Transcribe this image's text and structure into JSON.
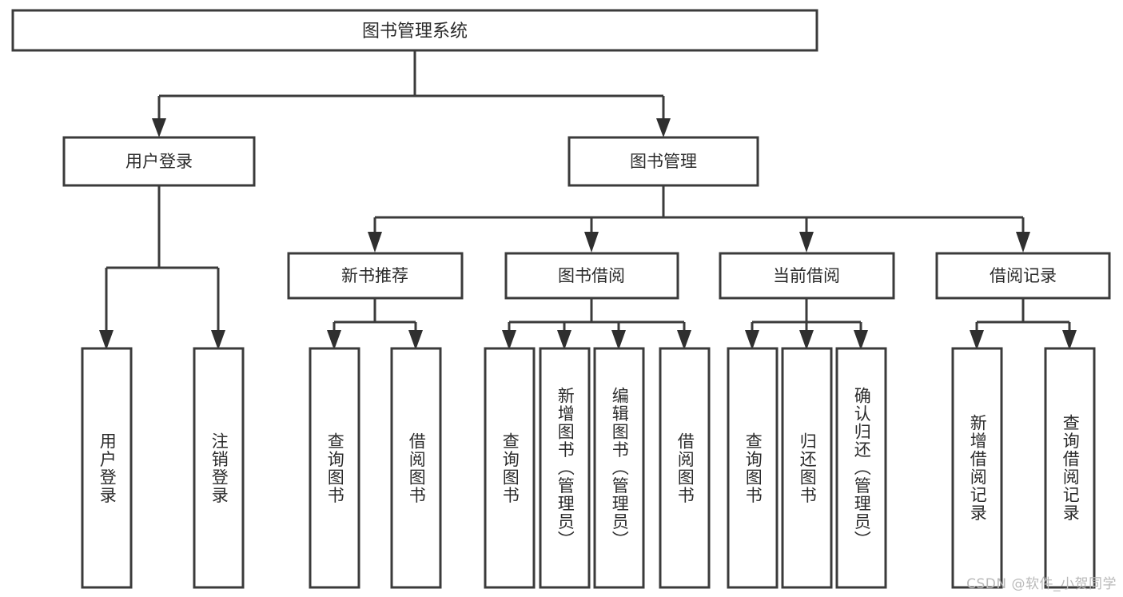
{
  "diagram": {
    "type": "tree-hierarchy-flowchart",
    "title": "图书管理系统",
    "levels": 4,
    "root": {
      "id": "root",
      "label": "图书管理系统"
    },
    "level2": [
      {
        "id": "user-login",
        "label": "用户登录"
      },
      {
        "id": "book-management",
        "label": "图书管理"
      }
    ],
    "level3": [
      {
        "id": "new-book-recommend",
        "label": "新书推荐",
        "parent": "book-management"
      },
      {
        "id": "book-borrow",
        "label": "图书借阅",
        "parent": "book-management"
      },
      {
        "id": "current-borrow",
        "label": "当前借阅",
        "parent": "book-management"
      },
      {
        "id": "borrow-record",
        "label": "借阅记录",
        "parent": "book-management"
      }
    ],
    "leaves": [
      {
        "id": "leaf-user-login",
        "label": "用户登录",
        "parent": "user-login"
      },
      {
        "id": "leaf-logout-login",
        "label": "注销登录",
        "parent": "user-login"
      },
      {
        "id": "leaf-query-book-1",
        "label": "查询图书",
        "parent": "new-book-recommend"
      },
      {
        "id": "leaf-borrow-book-1",
        "label": "借阅图书",
        "parent": "new-book-recommend"
      },
      {
        "id": "leaf-query-book-2",
        "label": "查询图书",
        "parent": "book-borrow"
      },
      {
        "id": "leaf-add-book",
        "label": "新增图书（管理员）",
        "parent": "book-borrow"
      },
      {
        "id": "leaf-edit-book",
        "label": "编辑图书（管理员）",
        "parent": "book-borrow"
      },
      {
        "id": "leaf-borrow-book-2",
        "label": "借阅图书",
        "parent": "book-borrow"
      },
      {
        "id": "leaf-query-book-3",
        "label": "查询图书",
        "parent": "current-borrow"
      },
      {
        "id": "leaf-return-book",
        "label": "归还图书",
        "parent": "current-borrow"
      },
      {
        "id": "leaf-confirm-return",
        "label": "确认归还（管理员）",
        "parent": "current-borrow"
      },
      {
        "id": "leaf-add-record",
        "label": "新增借阅记录",
        "parent": "borrow-record"
      },
      {
        "id": "leaf-query-record",
        "label": "查询借阅记录",
        "parent": "borrow-record"
      }
    ],
    "colors": {
      "box_stroke": "#3b3b3b",
      "box_fill": "#ffffff",
      "connector": "#3b3b3b",
      "text": "#2b2b2b",
      "background": "#ffffff",
      "watermark": "#b9b9b9"
    }
  },
  "watermark": {
    "text": "CSDN @软件_小贺同学"
  }
}
